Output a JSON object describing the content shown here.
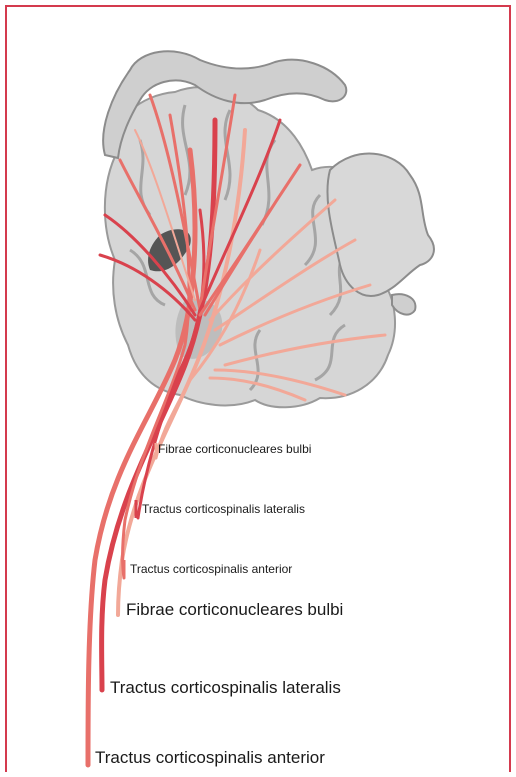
{
  "colors": {
    "border": "#d43a4e",
    "fiber_dark": "#d9424d",
    "fiber_mid": "#e8706a",
    "fiber_light": "#f2a898",
    "brain_shade": "#d6d6d6",
    "brain_outline": "#9a9a9a"
  },
  "labels_small": {
    "corticonuclear": "Fibrae corticonucleares bulbi",
    "lateral": "Tractus corticospinalis lateralis",
    "anterior": "Tractus corticospinalis anterior"
  },
  "labels_large": {
    "corticonuclear": "Fibrae corticonucleares bulbi",
    "lateral": "Tractus corticospinalis lateralis",
    "anterior": "Tractus corticospinalis anterior"
  }
}
